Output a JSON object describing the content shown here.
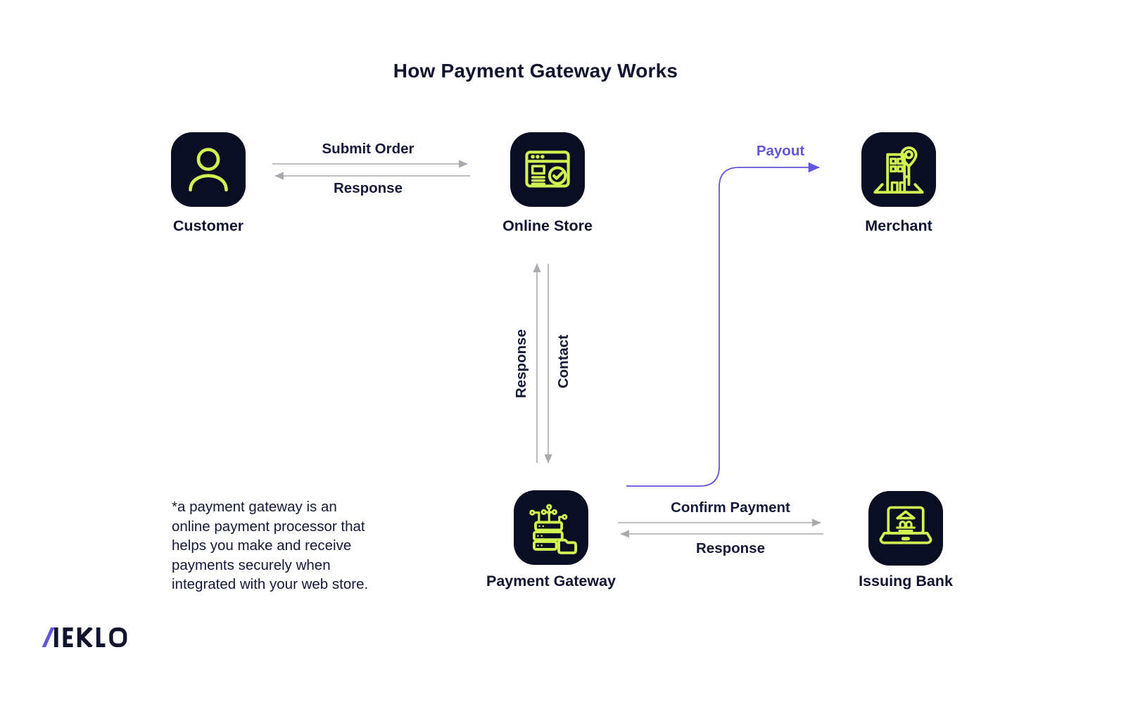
{
  "title": "How Payment Gateway Works",
  "colors": {
    "background": "#ffffff",
    "navy_text": "#10142e",
    "tile_background": "#0a0e23",
    "icon_lime": "#d3f351",
    "accent_purple": "#6355dc",
    "arrow_gray": "#a9abb0"
  },
  "nodes": [
    {
      "id": "customer",
      "label": "Customer",
      "icon": "person-icon"
    },
    {
      "id": "online-store",
      "label": "Online Store",
      "icon": "browser-check-icon"
    },
    {
      "id": "merchant",
      "label": "Merchant",
      "icon": "building-location-pin-icon"
    },
    {
      "id": "payment-gateway",
      "label": "Payment Gateway",
      "icon": "server-circuit-folder-icon"
    },
    {
      "id": "issuing-bank",
      "label": "Issuing Bank",
      "icon": "laptop-bank-icon"
    }
  ],
  "edges": [
    {
      "label": "Submit Order",
      "from": "Customer",
      "to": "Online Store",
      "color": "gray"
    },
    {
      "label": "Response",
      "from": "Online Store",
      "to": "Customer",
      "color": "gray"
    },
    {
      "label": "Response",
      "from": "Payment Gateway",
      "to": "Online Store",
      "color": "gray"
    },
    {
      "label": "Contact",
      "from": "Online Store",
      "to": "Payment Gateway",
      "color": "gray"
    },
    {
      "label": "Payout",
      "from": "Payment Gateway",
      "to": "Merchant",
      "color": "purple"
    },
    {
      "label": "Confirm Payment",
      "from": "Payment Gateway",
      "to": "Issuing Bank",
      "color": "gray"
    },
    {
      "label": "Response",
      "from": "Issuing Bank",
      "to": "Payment Gateway",
      "color": "gray"
    }
  ],
  "footnote": {
    "lines": [
      "*a payment gateway is an",
      "online payment processor that",
      "helps you make and receive",
      "payments securely when",
      "integrated with your web store."
    ]
  },
  "logo": {
    "text": "NEKLO"
  }
}
